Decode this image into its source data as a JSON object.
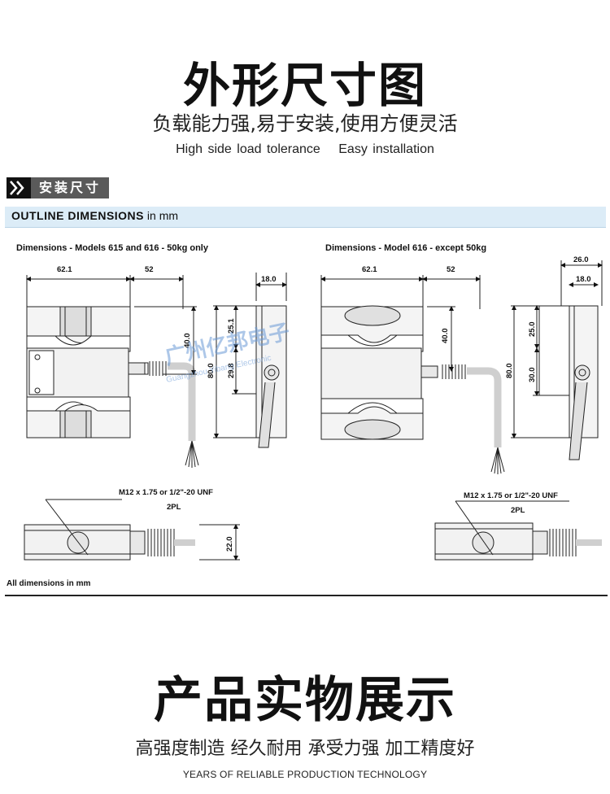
{
  "header": {
    "title": "外形尺寸图",
    "subtitle": "负载能力强,易于安装,使用方便灵活",
    "features": [
      "High side load tolerance",
      "Easy installation"
    ]
  },
  "section": {
    "tag": "安装尺寸",
    "outline_title": "OUTLINE DIMENSIONS",
    "outline_unit": "in mm"
  },
  "diagram_left": {
    "caption": "Dimensions - Models 615 and 616 - 50kg only",
    "dims": [
      "62.1",
      "52",
      "18.0",
      "40.0",
      "80.0",
      "25.1",
      "29.8"
    ],
    "thread": "M12 x 1.75 or 1/2\"-20 UNF",
    "pl": "2PL",
    "height": "22.0"
  },
  "diagram_right": {
    "caption": "Dimensions - Model 616 - except 50kg",
    "dims": [
      "62.1",
      "52",
      "26.0",
      "18.0",
      "40.0",
      "80.0",
      "25.0",
      "30.0"
    ],
    "thread": "M12 x 1.75 or 1/2\"-20 UNF",
    "pl": "2PL"
  },
  "footnote": "All dimensions in mm",
  "watermark": {
    "cn": "广州亿邦电子",
    "en": "Guangzhou Yibang Electronic"
  },
  "product": {
    "title": "产品实物展示",
    "subtitle": "高强度制造 经久耐用 承受力强 加工精度好",
    "tagline": "YEARS OF RELIABLE PRODUCTION TECHNOLOGY"
  },
  "colors": {
    "bar": "#dcecf7",
    "tag_bg": "#5a5a5a",
    "watermark": "#8fb4e0"
  }
}
